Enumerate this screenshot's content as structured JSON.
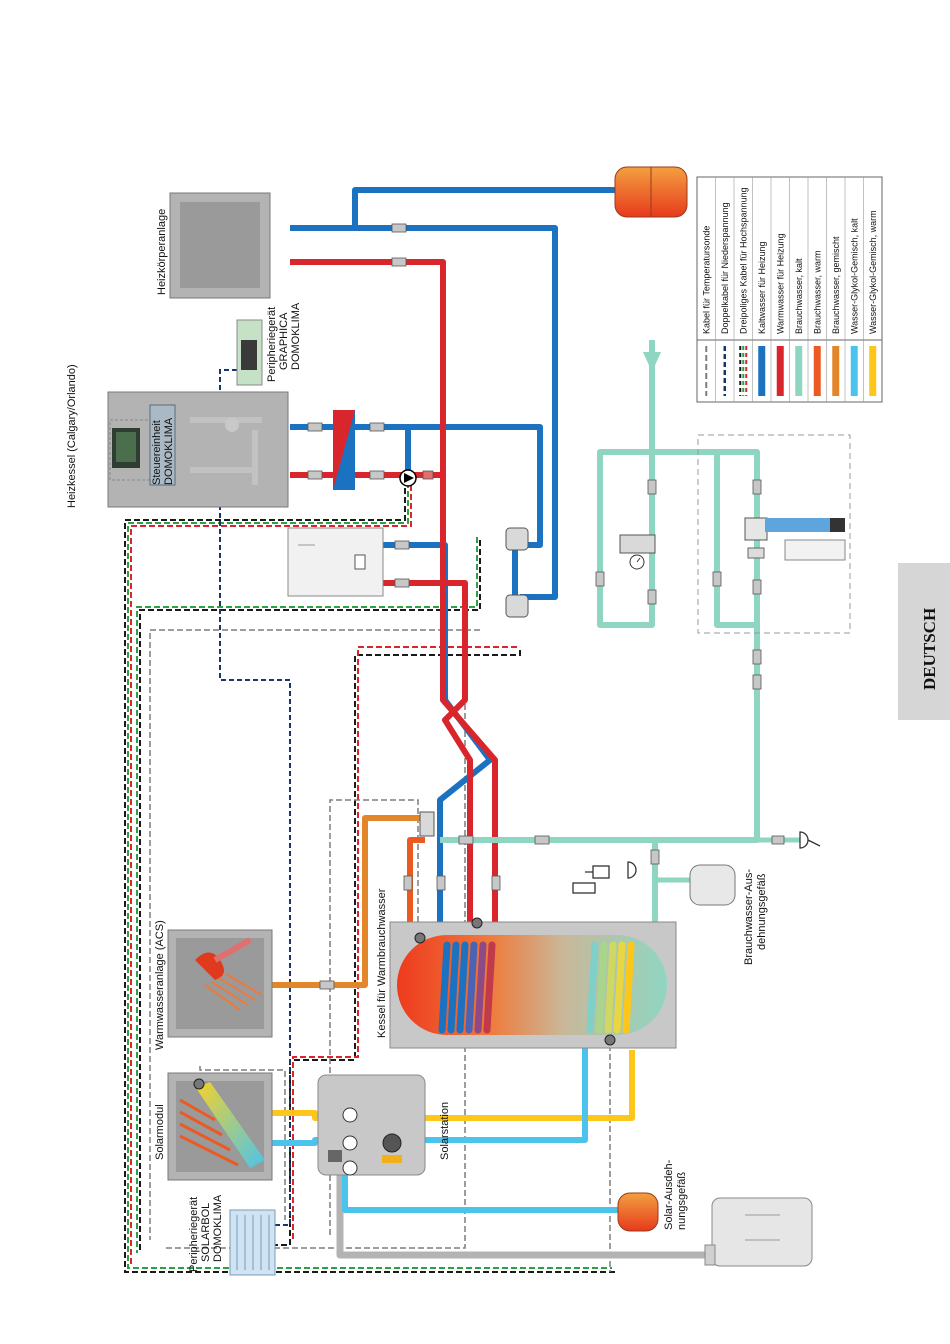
{
  "colors": {
    "cold_heating": "#1b72c0",
    "warm_heating": "#d8262c",
    "potable_cold": "#8fd6c2",
    "potable_warm": "#ec5a24",
    "potable_mixed": "#e3862a",
    "solar_cold": "#4cc3ec",
    "solar_warm": "#fcc61a",
    "sensor_cable": "#7d7d7d",
    "low_voltage": "#14386b",
    "grey_box": "#b3b3b3",
    "tab_bg": "#d6d6d6"
  },
  "labels": {
    "boiler": "Heizkessel (Calgary/Orlando)",
    "control_unit_1": "Steuereinheit",
    "control_unit_2": "DOMOKLIMA",
    "graphica_1": "Peripheriegerät",
    "graphica_2": "GRAPHICA",
    "graphica_3": "DOMOKLIMA",
    "radiator": "Heizkörperanlage",
    "dhw_system": "Warmwasseranlage (ACS)",
    "solar_module": "Solarmodul",
    "solarbol_1": "Peripheriegerät",
    "solarbol_2": "SOLARBOL",
    "solarbol_3": "DOMOKLIMA",
    "tank": "Kessel für Warmbrauchwasser",
    "solar_station": "Solarstation",
    "dhw_expansion_1": "Brauchwasser-Aus-",
    "dhw_expansion_2": "dehnungsgefäß",
    "solar_expansion_1": "Solar-Ausdeh-",
    "solar_expansion_2": "nungsgefäß",
    "language_tab": "DEUTSCH"
  },
  "legend": [
    {
      "label": "Kabel für Temperatursonde",
      "style": "sensor-cable"
    },
    {
      "label": "Doppelkabel für Niederspannung",
      "style": "low-voltage"
    },
    {
      "label": "Dreipoliges Kabel für Hochspannung",
      "style": "high-voltage"
    },
    {
      "label": "Kaltwasser für Heizung",
      "style": "cold-heating"
    },
    {
      "label": "Warmwasser für Heizung",
      "style": "warm-heating"
    },
    {
      "label": "Brauchwasser, kalt",
      "style": "potable-cold"
    },
    {
      "label": "Brauchwasser, warm",
      "style": "potable-warm"
    },
    {
      "label": "Brauchwasser, gemischt",
      "style": "potable-mixed"
    },
    {
      "label": "Wasser-Glykol-Gemisch, kalt",
      "style": "solar-cold"
    },
    {
      "label": "Wasser-Glykol-Gemisch, warm",
      "style": "solar-warm"
    }
  ]
}
